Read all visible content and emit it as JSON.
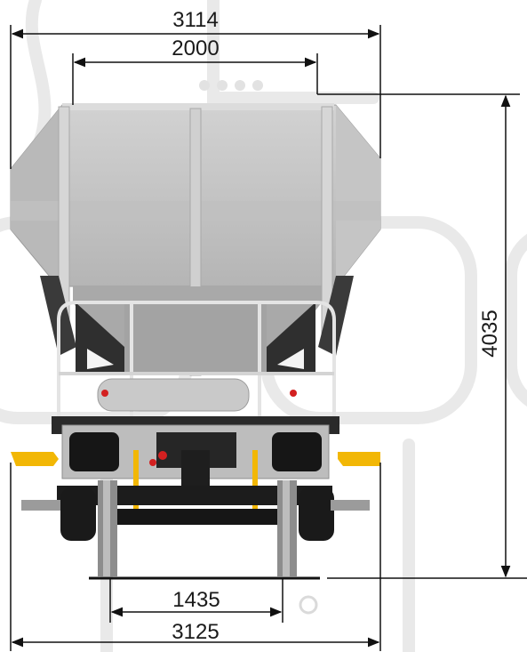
{
  "dimensions": {
    "overall_width_top": "3114",
    "hopper_width": "2000",
    "overall_height": "4035",
    "track_gauge": "1435",
    "overall_width_bottom": "3125"
  },
  "colors": {
    "background": "#ffffff",
    "background_pattern": "#e6e6e6",
    "body_light": "#c9c9c9",
    "body_mid": "#a9a9a9",
    "frame_dark": "#2b2b2b",
    "buffer_yellow": "#f2b705",
    "valve_red": "#d32020",
    "dimension_line": "#111111"
  }
}
